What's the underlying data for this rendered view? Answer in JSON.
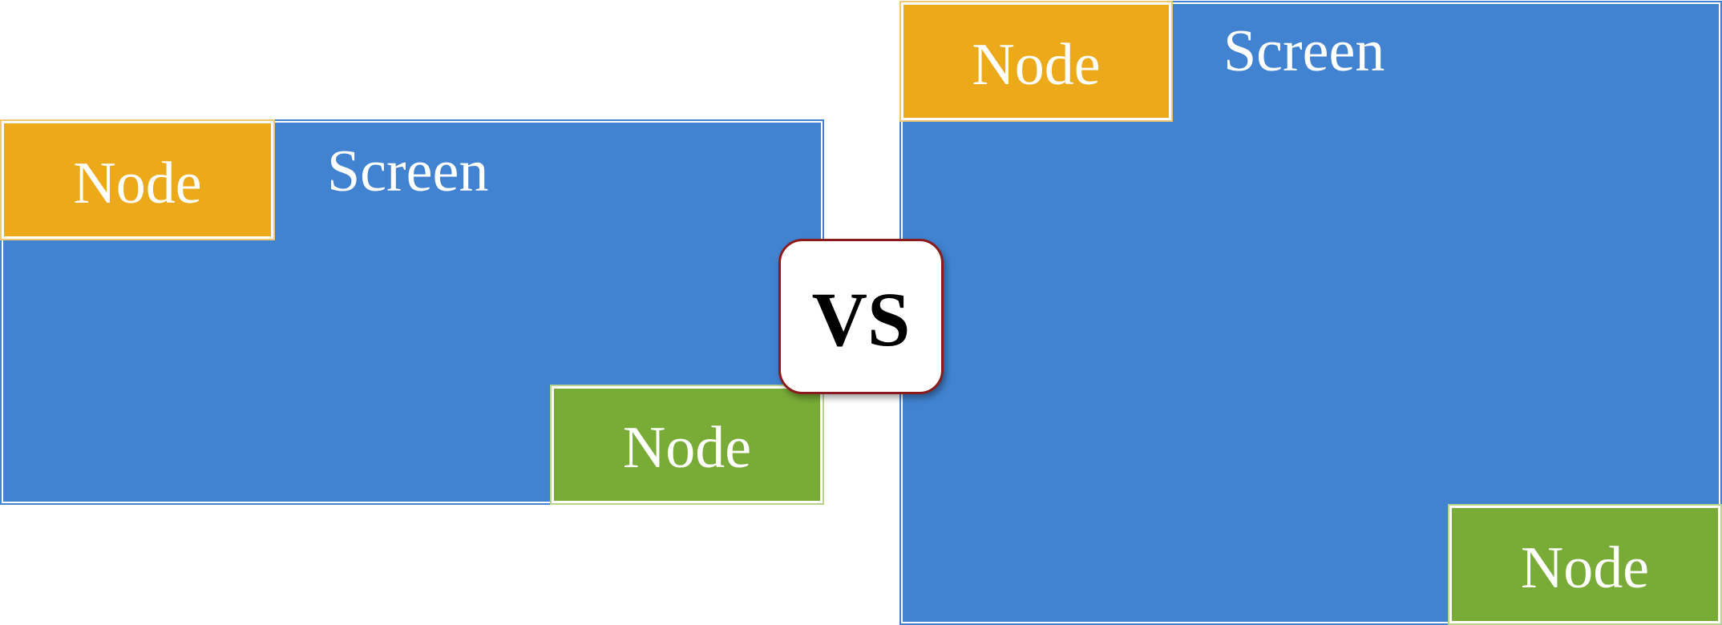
{
  "left_diagram": {
    "screen_label": "Screen",
    "top_node_label": "Node",
    "bottom_node_label": "Node"
  },
  "right_diagram": {
    "screen_label": "Screen",
    "top_node_label": "Node",
    "bottom_node_label": "Node"
  },
  "vs_label": "VS",
  "colors": {
    "screen": "#4183d1",
    "node_top": "#ecaa1a",
    "node_bottom": "#78ac36",
    "vs_border": "#8b1a1a"
  }
}
